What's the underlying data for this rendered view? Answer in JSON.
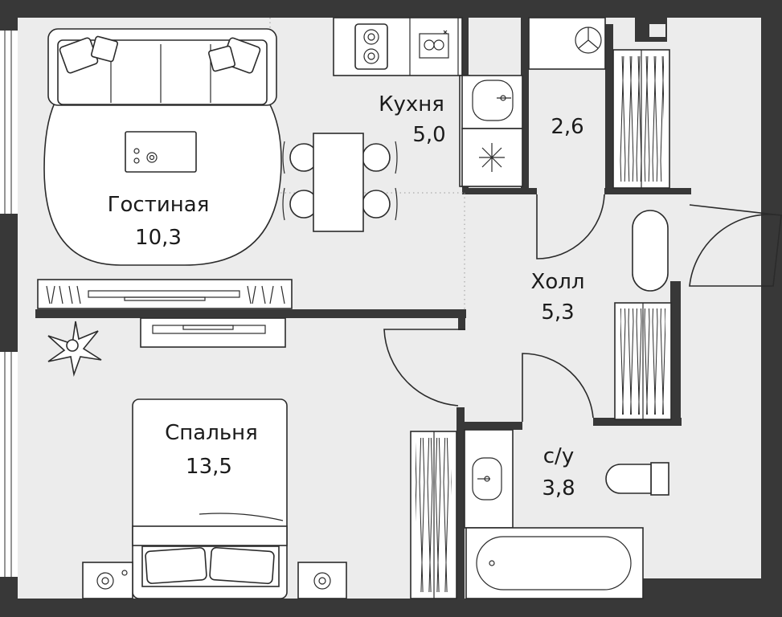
{
  "plan": {
    "colors": {
      "wall": "#383838",
      "floor": "#ececec",
      "lines": "#2b2b2b",
      "window": "#ffffff"
    },
    "rooms": [
      {
        "id": "living",
        "name": "Гостиная",
        "area": "10,3"
      },
      {
        "id": "kitchen",
        "name": "Кухня",
        "area": "5,0"
      },
      {
        "id": "storage",
        "name": "",
        "area": "2,6"
      },
      {
        "id": "hall",
        "name": "Холл",
        "area": "5,3"
      },
      {
        "id": "bedroom",
        "name": "Спальня",
        "area": "13,5"
      },
      {
        "id": "bathroom",
        "name": "с/у",
        "area": "3,8"
      }
    ],
    "icons": [
      "sofa-icon",
      "rug-icon",
      "tv-stand-icon",
      "dining-table-icon",
      "chair-icon",
      "stove-icon",
      "dishwasher-icon",
      "sink-icon",
      "fridge-icon",
      "washing-machine-icon",
      "wardrobe-icon",
      "plant-icon",
      "bed-icon",
      "nightstand-icon",
      "toilet-icon",
      "bathtub-icon",
      "door-icon",
      "window-icon"
    ]
  }
}
